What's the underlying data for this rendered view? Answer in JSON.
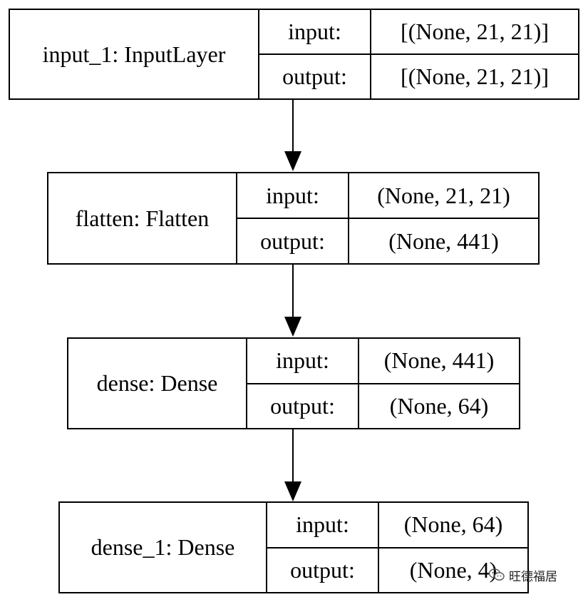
{
  "layers": [
    {
      "name": "input_1: InputLayer",
      "input_label": "input:",
      "output_label": "output:",
      "input": "[(None, 21, 21)]",
      "output": "[(None, 21, 21)]"
    },
    {
      "name": "flatten: Flatten",
      "input_label": "input:",
      "output_label": "output:",
      "input": "(None, 21, 21)",
      "output": "(None, 441)"
    },
    {
      "name": "dense: Dense",
      "input_label": "input:",
      "output_label": "output:",
      "input": "(None, 441)",
      "output": "(None, 64)"
    },
    {
      "name": "dense_1: Dense",
      "input_label": "input:",
      "output_label": "output:",
      "input": "(None, 64)",
      "output": "(None, 4)"
    }
  ],
  "watermark": {
    "text": "旺德福居",
    "icon": "wechat-icon"
  }
}
